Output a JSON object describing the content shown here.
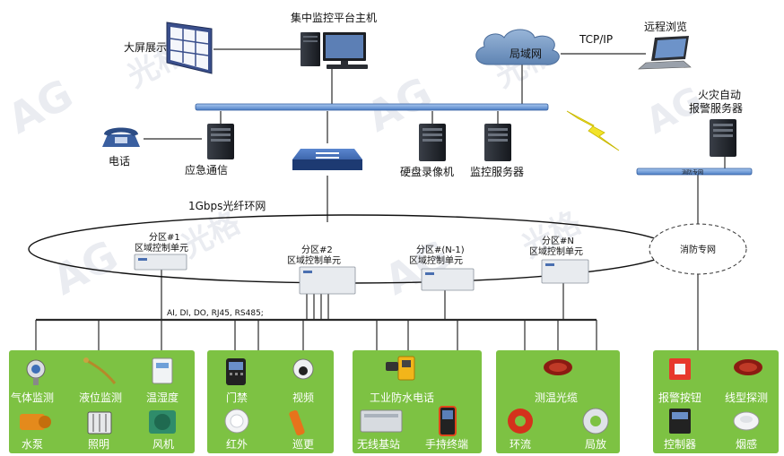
{
  "top": {
    "host": "集中监控平台主机",
    "screen": "大屏展示",
    "lan": "局域网",
    "tcp": "TCP/IP",
    "remote": "远程浏览"
  },
  "fire": {
    "server": [
      "火灾自动",
      "报警服务器"
    ],
    "bus_label": "消防专网",
    "cloud_label": "消防专网"
  },
  "mid": {
    "phone": "电话",
    "emergency": "应急通信",
    "dvr": "硬盘录像机",
    "monitor_server": "监控服务器",
    "ring": "1Gbps光纤环网"
  },
  "zones": [
    {
      "title": "分区#1",
      "sub": "区域控制单元"
    },
    {
      "title": "分区#2",
      "sub": "区域控制单元"
    },
    {
      "title": "分区#(N-1)",
      "sub": "区域控制单元"
    },
    {
      "title": "分区#N",
      "sub": "区域控制单元"
    }
  ],
  "io_label": "AI, DI, DO, RJ45, RS485;",
  "groups": [
    {
      "items": [
        "气体监测",
        "液位监测",
        "温湿度",
        "水泵",
        "照明",
        "风机"
      ]
    },
    {
      "items": [
        "门禁",
        "视频",
        "红外",
        "巡更"
      ]
    },
    {
      "items": [
        "工业防水电话",
        "无线基站",
        "手持终端"
      ]
    },
    {
      "items": [
        "测温光缆",
        "环流",
        "局放"
      ]
    },
    {
      "items": [
        "报警按钮",
        "线型探测",
        "控制器",
        "烟感"
      ]
    }
  ],
  "watermark": [
    "AG",
    "光格"
  ],
  "colors": {
    "green": "#7dc243",
    "bus_blue": "#5b8fd6",
    "cloud": "#7a9cc4",
    "switch": "#3b63a8",
    "bolt": "#f2e32a"
  }
}
